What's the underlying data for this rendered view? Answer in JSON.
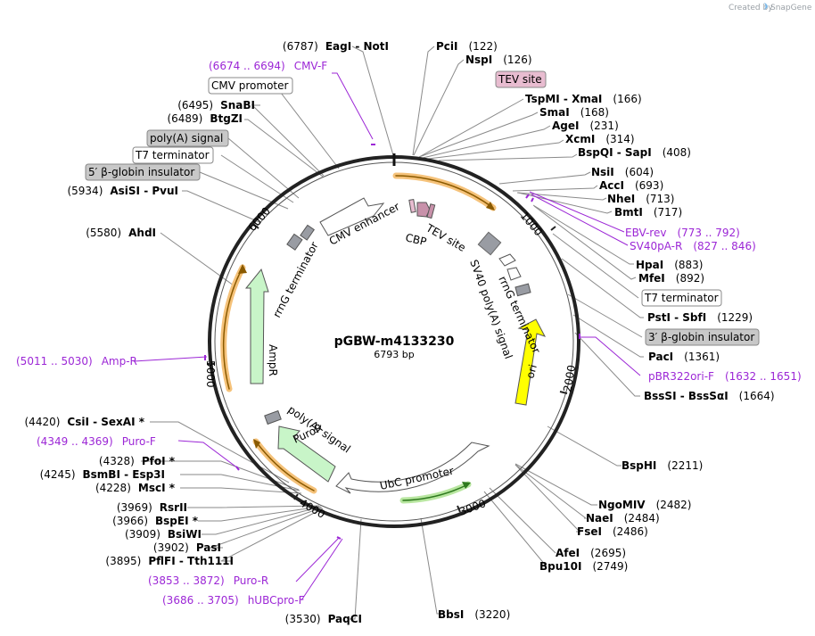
{
  "credit": "Created by",
  "credit_brand": "SnapGene",
  "plasmid": {
    "name": "pGBW-m4133230",
    "size": "6793 bp"
  },
  "ticks": [
    "1000",
    "2000",
    "3000",
    "4000",
    "5000",
    "6000"
  ],
  "sites_left": [
    {
      "pos": "(6787)",
      "name": "EagI  -  NotI"
    },
    {
      "pos": "(6495)",
      "name": "SnaBI"
    },
    {
      "pos": "(6489)",
      "name": "BtgZI"
    },
    {
      "pos": "(5934)",
      "name": "AsiSI  -  PvuI"
    },
    {
      "pos": "(5580)",
      "name": "AhdI"
    },
    {
      "pos": "(4420)",
      "name": "CsiI  -  SexAI *"
    },
    {
      "pos": "(4328)",
      "name": "PfoI *"
    },
    {
      "pos": "(4245)",
      "name": "BsmBI  -  Esp3I"
    },
    {
      "pos": "(4228)",
      "name": "MscI *"
    },
    {
      "pos": "(3969)",
      "name": "RsrII"
    },
    {
      "pos": "(3966)",
      "name": "BspEI *"
    },
    {
      "pos": "(3909)",
      "name": "BsiWI"
    },
    {
      "pos": "(3902)",
      "name": "PasI"
    },
    {
      "pos": "(3895)",
      "name": "PflFI  -  Tth111I"
    },
    {
      "pos": "(3530)",
      "name": "PaqCI"
    }
  ],
  "sites_right": [
    {
      "name": "PciI",
      "pos": "(122)"
    },
    {
      "name": "NspI",
      "pos": "(126)"
    },
    {
      "name": "TspMI  -  XmaI",
      "pos": "(166)"
    },
    {
      "name": "SmaI",
      "pos": "(168)"
    },
    {
      "name": "AgeI",
      "pos": "(231)"
    },
    {
      "name": "XcmI",
      "pos": "(314)"
    },
    {
      "name": "BspQI  -  SapI",
      "pos": "(408)"
    },
    {
      "name": "NsiI",
      "pos": "(604)"
    },
    {
      "name": "AccI",
      "pos": "(693)"
    },
    {
      "name": "NheI",
      "pos": "(713)"
    },
    {
      "name": "BmtI",
      "pos": "(717)"
    },
    {
      "name": "HpaI",
      "pos": "(883)"
    },
    {
      "name": "MfeI",
      "pos": "(892)"
    },
    {
      "name": "PstI  -  SbfI",
      "pos": "(1229)"
    },
    {
      "name": "PacI",
      "pos": "(1361)"
    },
    {
      "name": "BssSI  -  BssSαI",
      "pos": "(1664)"
    },
    {
      "name": "BspHI",
      "pos": "(2211)"
    },
    {
      "name": "NgoMIV",
      "pos": "(2482)"
    },
    {
      "name": "NaeI",
      "pos": "(2484)"
    },
    {
      "name": "FseI",
      "pos": "(2486)"
    },
    {
      "name": "AfeI",
      "pos": "(2695)"
    },
    {
      "name": "Bpu10I",
      "pos": "(2749)"
    },
    {
      "name": "BbsI",
      "pos": "(3220)"
    }
  ],
  "primers": [
    {
      "range": "(6674 .. 6694)",
      "name": "CMV-F"
    },
    {
      "range": "(773 .. 792)",
      "name": "EBV-rev"
    },
    {
      "range": "(827 .. 846)",
      "name": "SV40pA-R"
    },
    {
      "range": "(1632 .. 1651)",
      "name": "pBR322ori-F"
    },
    {
      "range": "(5011 .. 5030)",
      "name": "Amp-R"
    },
    {
      "range": "(4349 .. 4369)",
      "name": "Puro-F"
    },
    {
      "range": "(3853 .. 3872)",
      "name": "Puro-R"
    },
    {
      "range": "(3686 .. 3705)",
      "name": "hUBCpro-F"
    }
  ],
  "boxed_labels": [
    {
      "text": "CMV promoter",
      "style": "white"
    },
    {
      "text": "poly(A) signal",
      "style": "gray"
    },
    {
      "text": "T7 terminator",
      "style": "white"
    },
    {
      "text": "5′ β-globin insulator",
      "style": "gray"
    },
    {
      "text": "TEV site",
      "style": "pink"
    },
    {
      "text": "T7 terminator",
      "style": "white"
    },
    {
      "text": "3′ β-globin insulator",
      "style": "gray"
    }
  ],
  "features": {
    "cmv_enhancer": "CMV enhancer",
    "cbp": "CBP",
    "tev_site": "TEV site",
    "rrng_left": "rrnG terminator",
    "rrng_right": "rrnG terminator",
    "sv40": "SV40 poly(A) signal",
    "ori": "ori",
    "ampr": "AmpR",
    "polya": "poly(A) signal",
    "puror": "PuroR",
    "ubc": "UbC promoter"
  },
  "colors": {
    "backbone": "#222222",
    "primer": "#9c27d6",
    "orf_orange": "#f5a623",
    "ori_yellow": "#ffff00",
    "promoter_white": "#ffffff",
    "cds_green": "#c8f5c8",
    "gray_box": "#c8c8c8",
    "pink_box": "#e8bcd0",
    "line": "#8a8a8a"
  }
}
